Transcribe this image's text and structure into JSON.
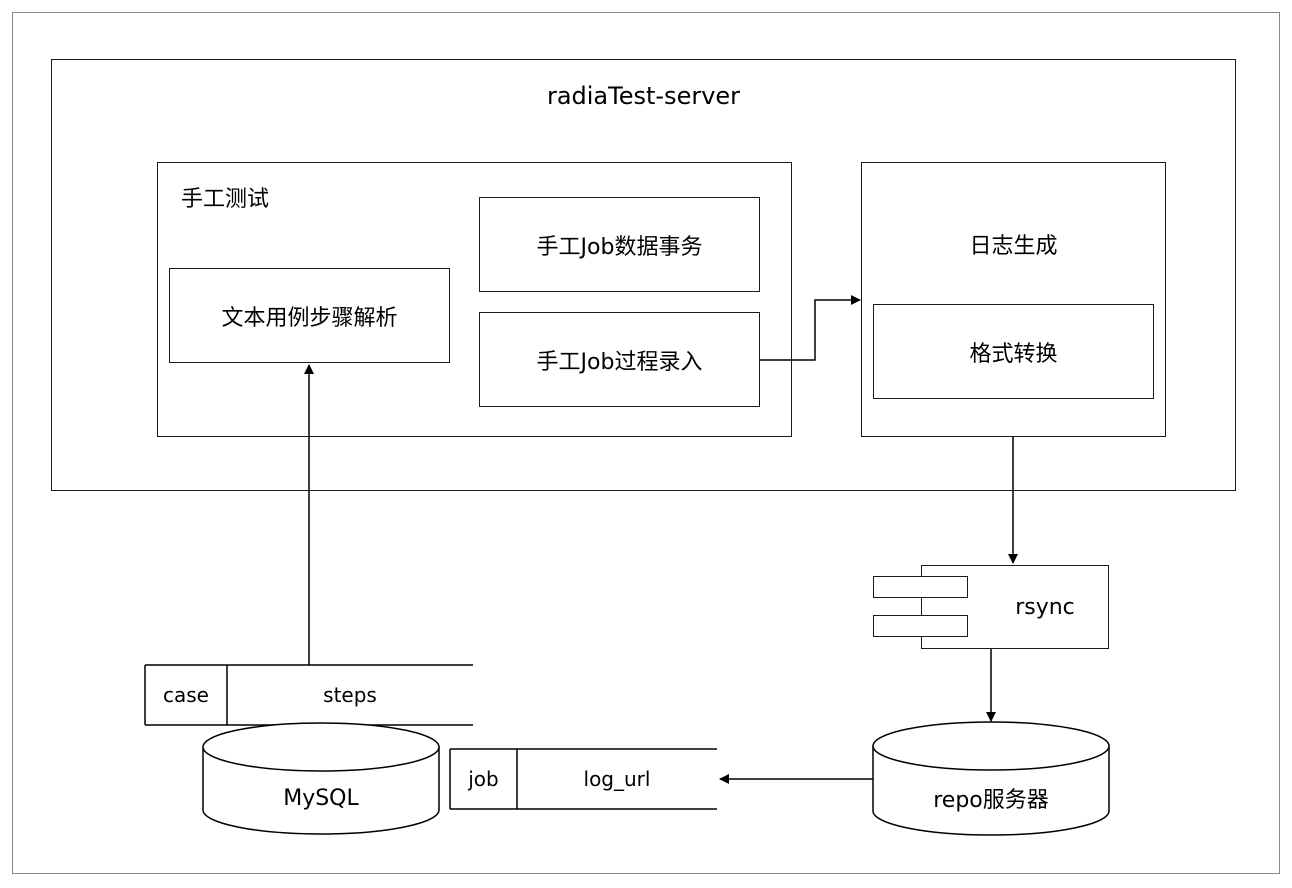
{
  "server": {
    "title": "radiaTest-server"
  },
  "manual_test": {
    "title": "手工测试",
    "job_data": "手工Job数据事务",
    "step_parse": "文本用例步骤解析",
    "job_process": "手工Job过程录入"
  },
  "log_gen": {
    "title": "日志生成",
    "format_convert": "格式转换"
  },
  "rsync": {
    "label": "rsync"
  },
  "repo": {
    "label": "repo服务器"
  },
  "mysql": {
    "label": "MySQL"
  },
  "case_table": {
    "name": "case",
    "field": "steps"
  },
  "job_table": {
    "name": "job",
    "field": "log_url"
  }
}
